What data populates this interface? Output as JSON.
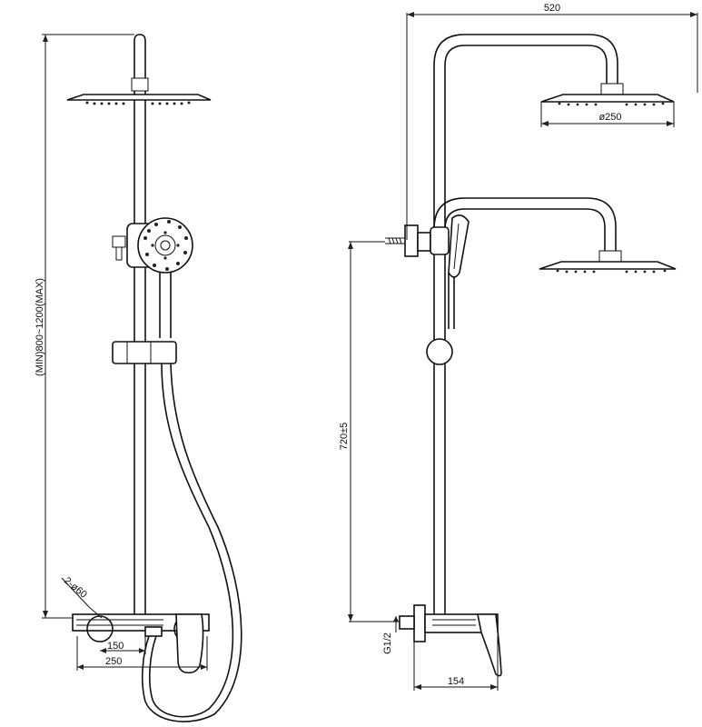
{
  "colors": {
    "line": "#111111",
    "background": "#ffffff"
  },
  "front_view": {
    "height_range_label": "(MIN)800~1200(MAX)",
    "hole_label": "2-ø60",
    "dim_150": "150",
    "dim_250": "250"
  },
  "side_view": {
    "width_label": "520",
    "head_diameter_label": "ø250",
    "height_label": "720±5",
    "thread_label": "G1/2",
    "depth_label": "154"
  }
}
